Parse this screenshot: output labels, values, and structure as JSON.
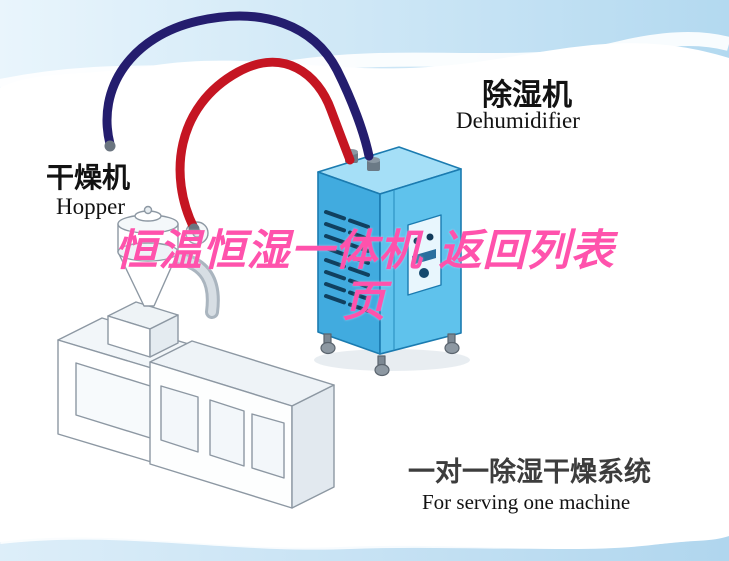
{
  "labels": {
    "dryer": {
      "cn": "干燥机",
      "en": "Hopper"
    },
    "dehumidifier": {
      "cn": "除湿机",
      "en": "Dehumidifier"
    },
    "system": {
      "cn": "一对一除湿干燥系统",
      "en": "For serving one machine"
    }
  },
  "overlay": {
    "line1": "恒温恒湿一体机 返回列表",
    "line2": "页"
  },
  "colors": {
    "overlay_pink": "#ff52ac",
    "pipe_red": "#c51522",
    "pipe_navy": "#241d6e",
    "dehumidifier_blue": "#41abdf",
    "background_blue": "#c3e0f2"
  }
}
